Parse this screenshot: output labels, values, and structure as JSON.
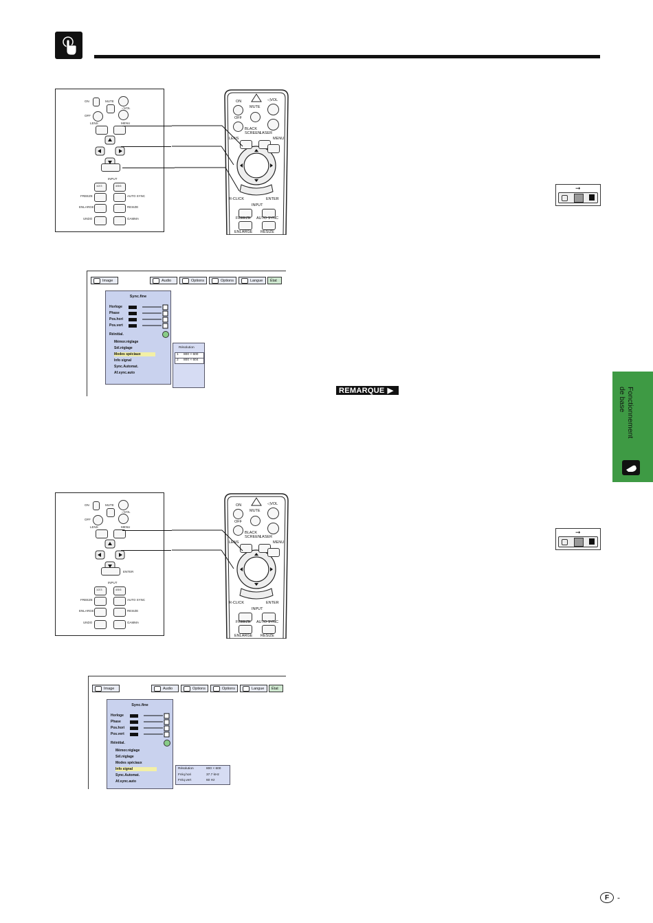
{
  "panel": {
    "on": "ON",
    "mute": "MUTE",
    "off": "OFF",
    "vol": "◁VOL",
    "lens": "LENS",
    "menu": "MENU",
    "enter": "ENTER",
    "input": "INPUT",
    "input_1": "1/2/3",
    "input_2": "4/5/6",
    "freeze": "FREEZE",
    "auto_sync": "AUTO SYNC",
    "enlarge": "ENLARGE",
    "resize": "RESIZE",
    "undo": "UNDO",
    "gamma": "GAMMA"
  },
  "remote": {
    "on": "ON",
    "mute": "MUTE",
    "off": "OFF",
    "vol": "◁VOL",
    "black_screen": "BLACK\nSCREEN",
    "laser": "LASER",
    "lens": "LENS",
    "menu": "MENU",
    "r_click": "R-CLICK",
    "enter": "ENTER",
    "input": "INPUT",
    "freeze": "FREEZE",
    "auto_sync": "AUTO SYNC",
    "enlarge": "ENLARGE",
    "resize": "RESIZE"
  },
  "menu1": {
    "tabs": [
      "Image",
      "Audio",
      "Options",
      "Options",
      "Langue",
      "État"
    ],
    "title": "Sync.fine",
    "rows": [
      "Horloge",
      "Phase",
      "Pos.hori",
      "Pos.vert"
    ],
    "reset": "Réinitial.",
    "items": [
      "Mémor.réglage",
      "Sél.réglage",
      "Modes spéciaux",
      "Info signal",
      "Sync.Automat.",
      "Af.sync.auto"
    ],
    "sub_header": "Résolution",
    "sub_rows": [
      {
        "num": "1",
        "value": "800 × 600"
      },
      {
        "num": "2",
        "value": "800 × 604"
      }
    ]
  },
  "menu2": {
    "tabs": [
      "Image",
      "Audio",
      "Options",
      "Options",
      "Langue",
      "État"
    ],
    "title": "Sync.fine",
    "rows": [
      "Horloge",
      "Phase",
      "Pos.hori",
      "Pos.vert"
    ],
    "reset": "Réinitial.",
    "items": [
      "Mémor.réglage",
      "Sél.réglage",
      "Modes spéciaux",
      "Info signal",
      "Sync.Automat.",
      "Af.sync.auto"
    ],
    "info": [
      {
        "label": "Résolution",
        "value": "800 × 600"
      },
      {
        "label": "Fréq.hori",
        "value": "37.7 kHz"
      },
      {
        "label": "Fréq.vert",
        "value": "60  Hz"
      }
    ]
  },
  "remarque": "REMARQUE",
  "side_tab": {
    "line1": "Fonctionnement",
    "line2": "de base"
  },
  "page": {
    "letter": "F",
    "dash": "-"
  },
  "colors": {
    "accent_green": "#3e9a44",
    "menu_bg": "#c9d2ee",
    "highlight": "#f3f0a6"
  },
  "icons": [
    "hand-pointer-icon",
    "arrow-right-icon",
    "switch-icon",
    "laser-icon"
  ]
}
